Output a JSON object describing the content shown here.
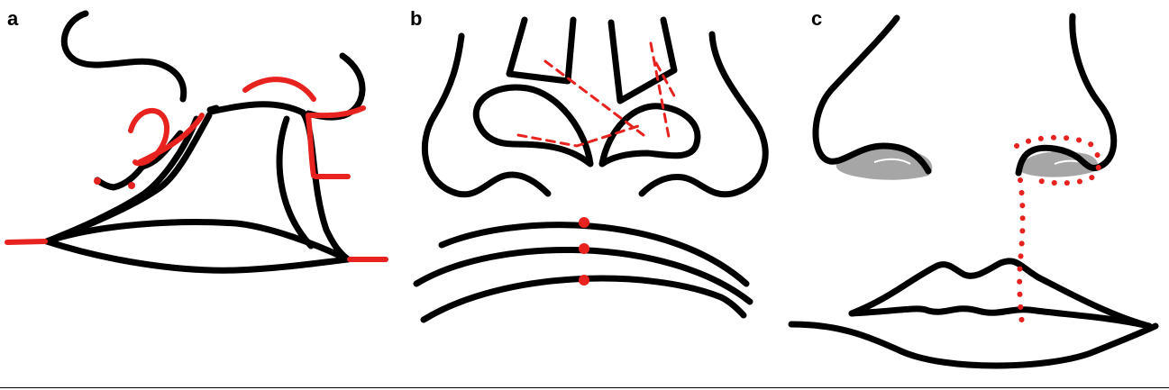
{
  "figure": {
    "panels": [
      {
        "id": "a",
        "label": "a"
      },
      {
        "id": "b",
        "label": "b"
      },
      {
        "id": "c",
        "label": "c"
      }
    ]
  },
  "colors": {
    "outline": "#000000",
    "marking": "#e8231f",
    "shading": "#a6a6a6",
    "background": "#ffffff"
  }
}
